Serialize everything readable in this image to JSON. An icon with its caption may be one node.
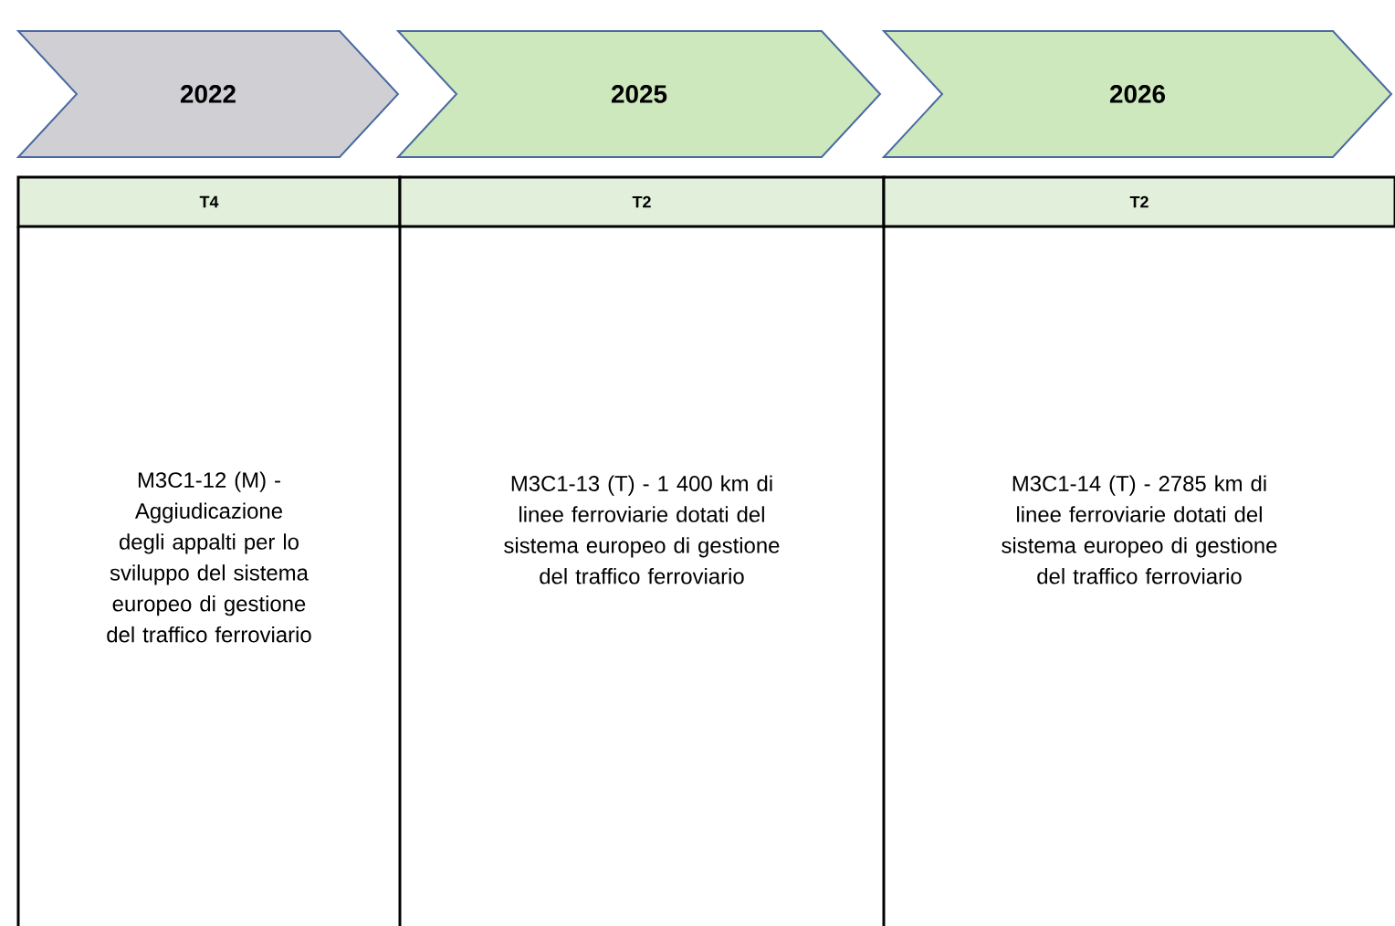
{
  "diagram": {
    "nodes": [
      {
        "text": [
          "2022"
        ]
      },
      {
        "text": [
          "2025"
        ]
      },
      {
        "text": [
          "2026"
        ]
      },
      {
        "text": [
          "T4"
        ]
      },
      {
        "text": [
          "T2"
        ]
      },
      {
        "text": [
          "T2"
        ]
      },
      {
        "text": [
          "M3C1-12 (M) - Aggiudicazione degli appalti per lo sviluppo del sistema europeo di gestione del traffico ferroviario"
        ]
      },
      {
        "text": [
          "M3C1-13 (T) - 1 400 km di linee ferroviarie dotati del sistema europeo di gestione del traffico ferroviario"
        ]
      },
      {
        "text": [
          "M3C1-14 (T) - 2785 km di linee ferroviarie dotati del sistema europeo di gestione del traffico ferroviario"
        ]
      }
    ]
  }
}
